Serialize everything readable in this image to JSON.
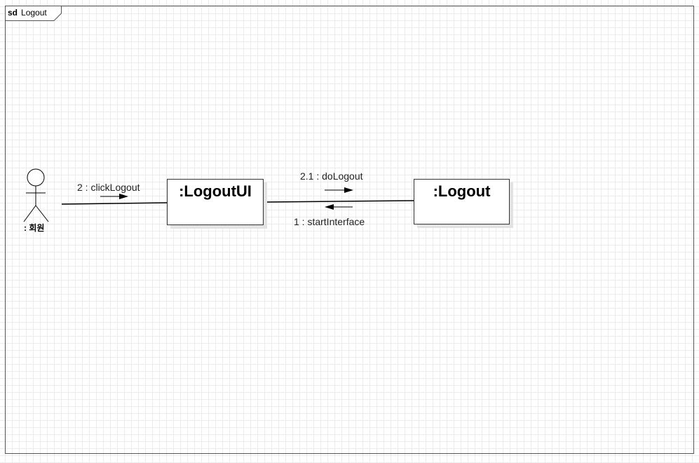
{
  "frame": {
    "keyword": "sd",
    "name": "Logout"
  },
  "actor": {
    "label": ": 회원",
    "icon": "stick-figure-icon"
  },
  "objects": [
    {
      "id": "logoutui",
      "label": ":LogoutUI"
    },
    {
      "id": "logout",
      "label": ":Logout"
    }
  ],
  "messages": [
    {
      "label": "2 : clickLogout",
      "direction": "right"
    },
    {
      "label": "2.1 : doLogout",
      "direction": "right"
    },
    {
      "label": "1 : startInterface",
      "direction": "left"
    }
  ]
}
